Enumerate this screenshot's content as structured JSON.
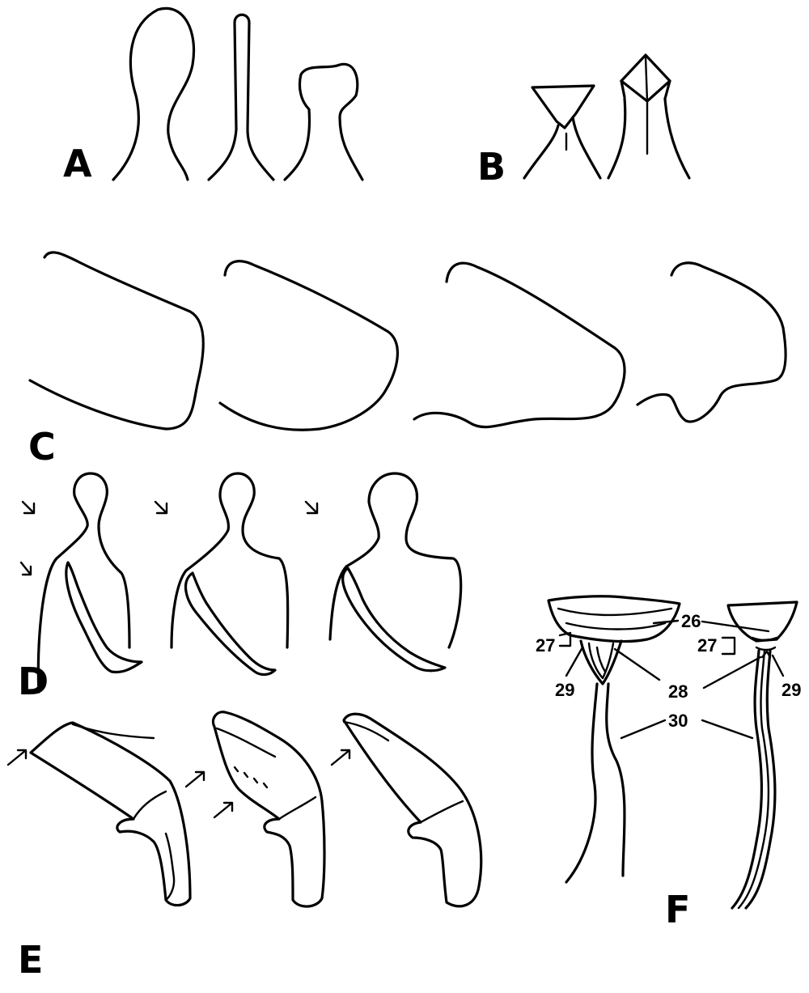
{
  "panels": {
    "a": "A",
    "b": "B",
    "c": "C",
    "d": "D",
    "e": "E",
    "f": "F"
  },
  "callouts": {
    "n26": "26",
    "n27_left": "27",
    "n27_right": "27",
    "n28": "28",
    "n29_left": "29",
    "n29_right": "29",
    "n30": "30"
  }
}
